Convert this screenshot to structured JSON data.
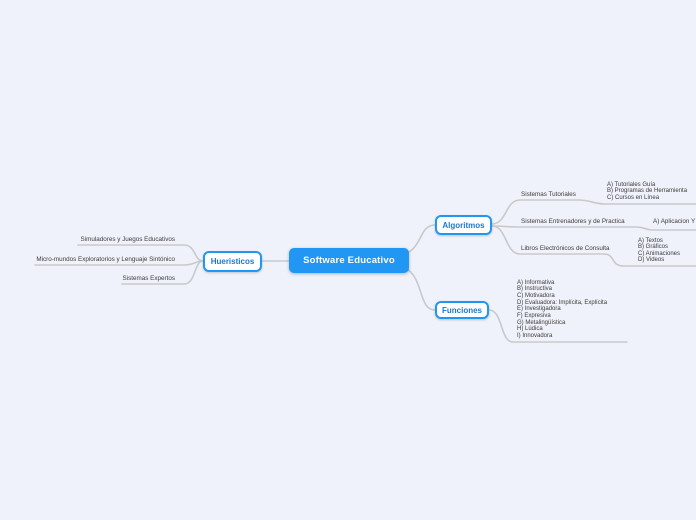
{
  "theme": {
    "background": "#eff2fa",
    "node_fill": "#2196f3",
    "node_border": "#2196f3",
    "node_text_blue": "#1778d2",
    "leaf_text": "#3b3b3b",
    "connector": "#c9c9c9",
    "root_text": "#ffffff"
  },
  "mindmap": {
    "root": {
      "label": "Software Educativo"
    },
    "branches": [
      {
        "label": "Hueristicos",
        "children": [
          "Simuladores y Juegos Educativos",
          "Micro-mundos Exploratorios y Lenguaje Sintónico",
          "Sistemas Expertos"
        ]
      },
      {
        "label": "Algoritmos",
        "children": [
          {
            "label": "Sistemas Tutoriales",
            "items": [
              "A) Tutoriales Guía",
              "B) Programas de Herramienta",
              "C) Cursos en Línea"
            ]
          },
          {
            "label": "Sistemas Entrenadores y de Practica",
            "items": [
              "A) Aplicacion Y"
            ]
          },
          {
            "label": "Libros Electrónicos de Consulta",
            "items": [
              "A) Textos",
              "B) Gráficos",
              "C) Animaciones",
              "D) Videos"
            ]
          }
        ]
      },
      {
        "label": "Funciones",
        "children": [
          {
            "items": [
              "A) Informativa",
              "B) Instructiva",
              "C) Motivadora",
              "D) Evaluadora: Implícita, Explícita",
              "E) Investigadora",
              "F) Expresiva",
              "G) Metalingüística",
              "H) Lúdica",
              "I) Innovadora"
            ]
          }
        ]
      }
    ]
  }
}
